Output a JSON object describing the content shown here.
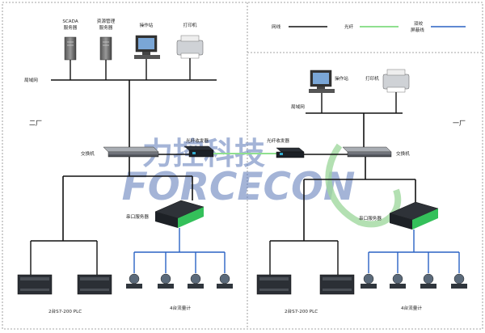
{
  "left_plant": {
    "label": "二厂",
    "top_devices": {
      "scada": "SCADA\n服务器",
      "resource": "资源管理\n服务器",
      "operator": "操作站",
      "printer": "打印机"
    },
    "lan": "局域网",
    "switch": "交换机",
    "transceiver": "光纤收发器",
    "serial_server": "串口服务器",
    "plc": "2台S7-200 PLC",
    "flowmeters": "4台流量计"
  },
  "right_plant": {
    "label": "一厂",
    "operator": "操作站",
    "printer": "打印机",
    "lan": "局域网",
    "switch": "交换机",
    "transceiver": "光纤收发器",
    "serial_server": "串口服务器",
    "plc": "2台S7-200 PLC",
    "flowmeters": "4台流量计"
  },
  "legend": {
    "network": "网线",
    "fiber": "光纤",
    "bus": "双绞\n屏蔽线"
  },
  "watermark": {
    "cn": "力控科技",
    "en": "FORCECON"
  },
  "colors": {
    "network": "#111111",
    "fiber": "#8fe08f",
    "bus": "#2a62c4",
    "border": "#888888",
    "wm_blue": "#5a78b8",
    "wm_green": "#53b84f"
  }
}
